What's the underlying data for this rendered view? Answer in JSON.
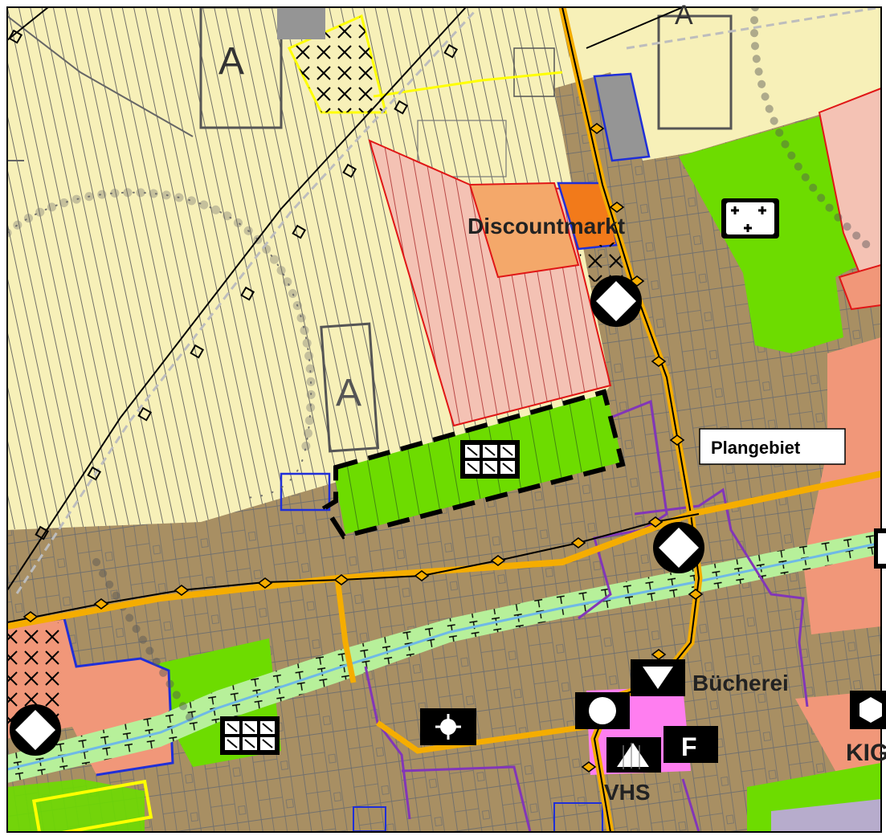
{
  "labels": {
    "discountmarkt": "Discountmarkt",
    "plangebiet": "Plangebiet",
    "buecherei": "Bücherei",
    "vhs": "VHS",
    "kig": "KIG",
    "area_a_top": "A",
    "area_a_mid": "A",
    "area_a_topright": "A",
    "f_symbol": "F"
  },
  "colors": {
    "agriculture": "#f7f0b8",
    "settlement": "#a88f63",
    "green_space": "#6ddc00",
    "commercial": "#f4c2b4",
    "mixed_use": "#f19779",
    "retail": "#f4a86a",
    "community": "#ff7ef0",
    "water_buffer": "#b7f09a",
    "water": "#6fb9e6",
    "main_road": "#f5ad00",
    "border_purple": "#8236b8",
    "border_red": "#e01616",
    "border_blue": "#1f2fd8",
    "border_yellow": "#ffff00"
  },
  "icons": [
    "diamond-symbol-icon",
    "park-symbol-icon",
    "allotment-garden-icon",
    "sports-target-icon",
    "library-triangle-icon",
    "circle-facility-icon",
    "adult-education-icon",
    "fire-station-icon",
    "hexagon-facility-icon"
  ]
}
